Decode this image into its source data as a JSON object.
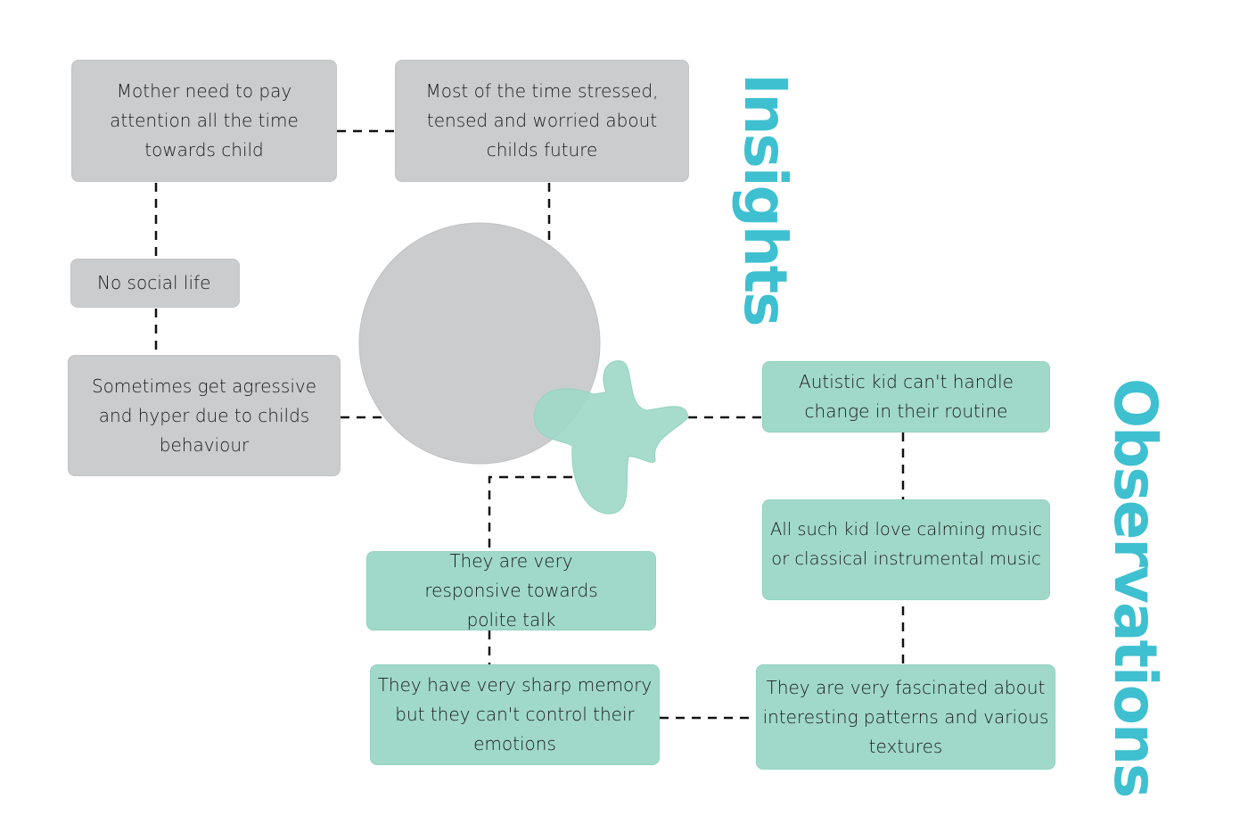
{
  "colors": {
    "insight_box": "#cbcccd",
    "observation_box": "#a0d9c9",
    "heading": "#3ec0d0"
  },
  "headings": {
    "insights": "Insights",
    "observations": "Observations"
  },
  "insights": [
    "Mother need to pay attention all the time towards child",
    "Most of the time stressed, tensed and worried about childs future",
    "No social life",
    "Sometimes get agressive and hyper due to childs behaviour"
  ],
  "observations": [
    "Autistic kid can't handle change in their routine",
    "All such kid love calming music or classical instrumental music",
    "They are very fascinated about interesting patterns and various textures",
    "They are very responsive towards polite talk",
    "They have very sharp memory but they can't control their emotions"
  ]
}
